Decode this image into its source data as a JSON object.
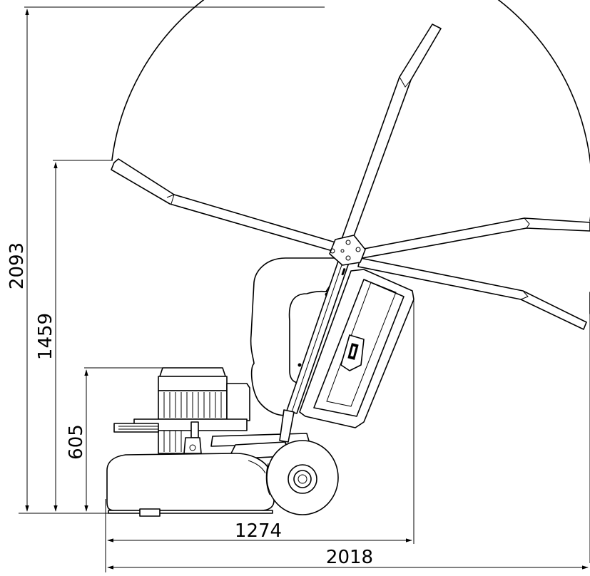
{
  "dimensions": {
    "total_height": "2093",
    "handle_height": "1459",
    "motor_height": "605",
    "body_length": "1274",
    "total_length": "2018"
  }
}
